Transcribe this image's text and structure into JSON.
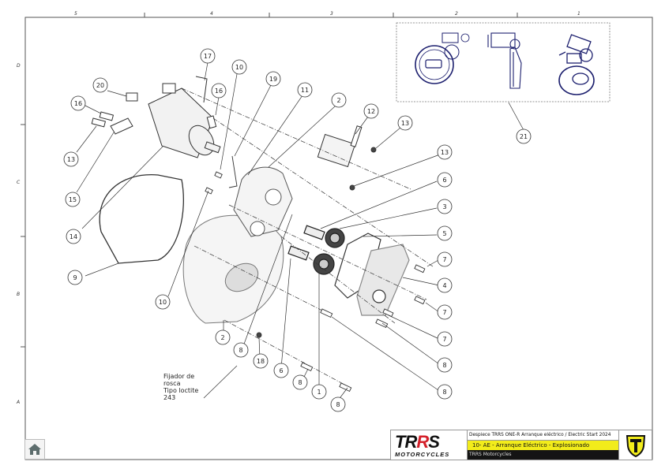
{
  "zones": {
    "columns": [
      "5",
      "4",
      "3",
      "2",
      "1"
    ],
    "rows": [
      "D",
      "C",
      "B",
      "A"
    ]
  },
  "callouts": [
    {
      "id": "c17",
      "label": "17"
    },
    {
      "id": "c20",
      "label": "20"
    },
    {
      "id": "c16a",
      "label": "16"
    },
    {
      "id": "c16b",
      "label": "16"
    },
    {
      "id": "c13a",
      "label": "13"
    },
    {
      "id": "c15",
      "label": "15"
    },
    {
      "id": "c14",
      "label": "14"
    },
    {
      "id": "c9",
      "label": "9"
    },
    {
      "id": "c10a",
      "label": "10"
    },
    {
      "id": "c10b",
      "label": "10"
    },
    {
      "id": "c19",
      "label": "19"
    },
    {
      "id": "c11",
      "label": "11"
    },
    {
      "id": "c2a",
      "label": "2"
    },
    {
      "id": "c12",
      "label": "12"
    },
    {
      "id": "c13b",
      "label": "13"
    },
    {
      "id": "c13c",
      "label": "13"
    },
    {
      "id": "c6a",
      "label": "6"
    },
    {
      "id": "c3",
      "label": "3"
    },
    {
      "id": "c5",
      "label": "5"
    },
    {
      "id": "c7a",
      "label": "7"
    },
    {
      "id": "c4",
      "label": "4"
    },
    {
      "id": "c7b",
      "label": "7"
    },
    {
      "id": "c7c",
      "label": "7"
    },
    {
      "id": "c8a",
      "label": "8"
    },
    {
      "id": "c8b",
      "label": "8"
    },
    {
      "id": "c2b",
      "label": "2"
    },
    {
      "id": "c8c",
      "label": "8"
    },
    {
      "id": "c18",
      "label": "18"
    },
    {
      "id": "c6b",
      "label": "6"
    },
    {
      "id": "c8d",
      "label": "8"
    },
    {
      "id": "c1",
      "label": "1"
    },
    {
      "id": "c8e",
      "label": "8"
    },
    {
      "id": "c21",
      "label": "21"
    }
  ],
  "note": {
    "lines": [
      "Fijador de",
      "rosca",
      "Tipo loctite",
      "243"
    ]
  },
  "title_block": {
    "brand_main_a": "TR",
    "brand_main_b": "R",
    "brand_main_c": "S",
    "brand_sub": "MOTORCYCLES",
    "line1": "Despiece TRRS ONE-R  Arranque eléctrico / Electric Start 2024",
    "line2": "10- AE - Arranque Eléctrico - Explosionado",
    "line3": "TRRS Motorcycles"
  },
  "colors": {
    "accent_yellow": "#f2ec1b",
    "brand_red": "#d4202a",
    "preview_navy": "#1c1f6e",
    "line_dark": "#222222"
  },
  "home_button": {
    "icon": "home-icon"
  }
}
